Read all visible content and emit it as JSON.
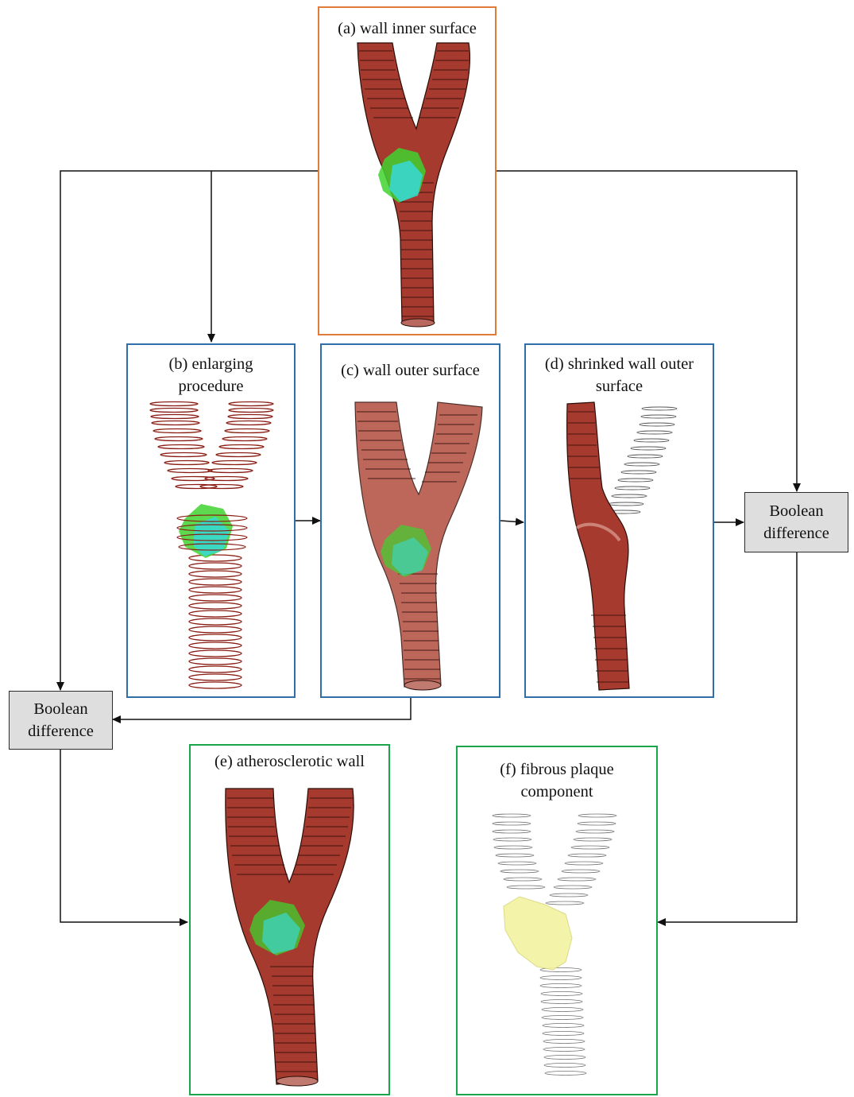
{
  "colors": {
    "orange_frame": "#e07b39",
    "blue_frame": "#2f6ea8",
    "green_frame": "#1aa54a",
    "vessel_fill": "#a63a2e",
    "vessel_ring": "#2a0d08",
    "plaque_green": "#3fd22f",
    "plaque_cyan": "#39d8cf",
    "fibrous_yellow": "#f2f2a0",
    "process_box": "#dedede",
    "arrow": "#111111"
  },
  "panels": {
    "a": {
      "title": "(a) wall inner surface"
    },
    "b": {
      "title": "(b) enlarging\nprocedure"
    },
    "c": {
      "title": "(c) wall outer surface"
    },
    "d": {
      "title": "(d) shrinked wall outer\nsurface"
    },
    "e": {
      "title": "(e) atherosclerotic wall"
    },
    "f": {
      "title": "(f) fibrous plaque\ncomponent"
    }
  },
  "processes": {
    "right": {
      "label": "Boolean\ndifference"
    },
    "left": {
      "label": "Boolean\ndifference"
    }
  }
}
